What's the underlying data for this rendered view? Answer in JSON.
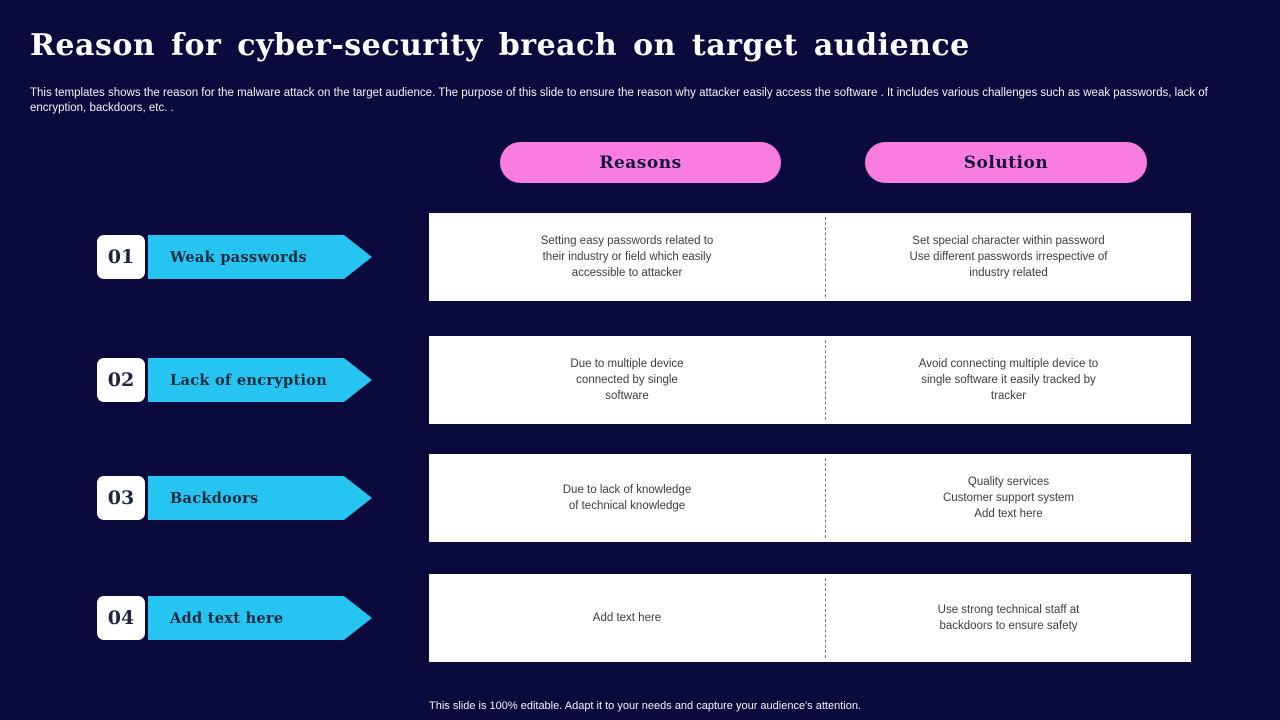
{
  "slide": {
    "title": "Reason for cyber-security breach on target audience",
    "subtitle": "This templates shows the reason for the malware attack on the target audience. The purpose of this slide to ensure the reason why  attacker easily access the software . It includes various challenges such as weak passwords, lack of encryption, backdoors, etc. .",
    "footer": "This slide is 100% editable.  Adapt it to your needs and capture your audience's attention."
  },
  "columns": {
    "reasons_label": "Reasons",
    "solution_label": "Solution"
  },
  "rows": [
    {
      "number": "01",
      "label": "Weak passwords",
      "reason": "Setting easy passwords related to\ntheir industry or field which easily\naccessible to attacker",
      "solution": "Set special character within password\nUse different passwords irrespective of\nindustry related"
    },
    {
      "number": "02",
      "label": "Lack of encryption",
      "reason": "Due to multiple device\nconnected by single\nsoftware",
      "solution": "Avoid connecting multiple device to\nsingle software it easily tracked by\ntracker"
    },
    {
      "number": "03",
      "label": "Backdoors",
      "reason": "Due to lack of knowledge\nof technical knowledge",
      "solution": "Quality services\nCustomer support system\nAdd text here"
    },
    {
      "number": "04",
      "label": "Add text here",
      "reason": "Add text here",
      "solution": "Use strong technical staff at\nbackdoors to ensure safety"
    }
  ],
  "colors": {
    "background": "#0a0a3c",
    "pill_pink": "#f97de1",
    "arrow_cyan": "#26c4f1",
    "card_white": "#ffffff",
    "card_text": "#3d3d3d",
    "title_text": "#ffffff"
  }
}
